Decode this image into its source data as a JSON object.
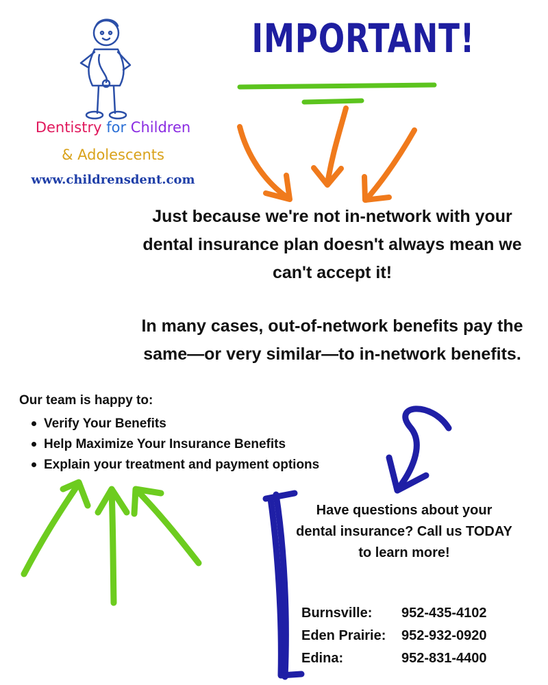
{
  "logo": {
    "line1_part1": "Dentistry",
    "line1_part2": "for",
    "line1_part3": "Children",
    "line2": "& Adolescents",
    "url": "www.childrensdent.com",
    "colors": {
      "dentistry": "#e0185c",
      "for": "#2a6fd6",
      "children": "#8a2be2",
      "adolescents": "#d9a21b",
      "url": "#1f3fa8"
    }
  },
  "headline": "IMPORTANT!",
  "paragraphs": {
    "p1": "Just because we're not in-network with your dental insurance plan doesn't always mean we can't accept it!",
    "p2": "In many cases, out-of-network benefits pay the same—or very similar—to in-network benefits."
  },
  "team": {
    "intro": "Our team is happy to:",
    "items": [
      "Verify Your Benefits",
      "Help Maximize Your Insurance Benefits",
      "Explain your treatment and payment options"
    ]
  },
  "cta": {
    "text": "Have questions about your dental insurance? Call us TODAY to learn more!"
  },
  "locations": [
    {
      "name": "Burnsville:",
      "phone": "952-435-4102"
    },
    {
      "name": "Eden Prairie:",
      "phone": "952-932-0920"
    },
    {
      "name": "Edina:",
      "phone": "952-831-4400"
    }
  ],
  "colors": {
    "headline": "#1e1ea0",
    "underline": "#5cc41e",
    "orange_arrows": "#f07a1c",
    "green_arrows": "#6dcc1f",
    "blue_marks": "#1f1fa6"
  }
}
